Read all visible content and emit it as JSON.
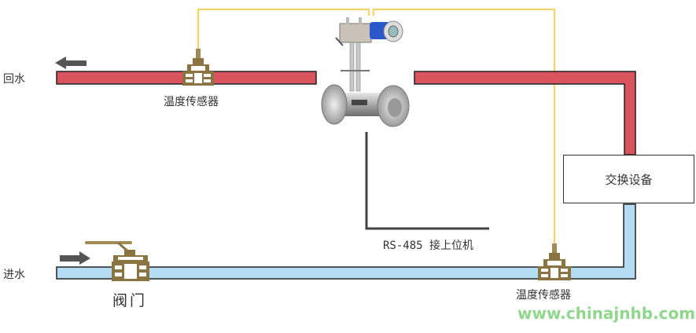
{
  "labels": {
    "return_water": "回水",
    "inlet_water": "进水",
    "temp_sensor_top": "温度传感器",
    "temp_sensor_bottom": "温度传感器",
    "valve": "阀门",
    "rs485": "RS-485 接上位机",
    "exchange_equipment": "交换设备",
    "watermark": "www.chinajnhb.com"
  },
  "colors": {
    "hot_pipe": "#d9545c",
    "cold_pipe": "#b4dcf2",
    "pipe_outline": "#222222",
    "signal_wire": "#f2d46a",
    "fitting_brass": "#8a7442",
    "arrow": "#555555",
    "rs485_cable": "#444444"
  },
  "components": {
    "flow_meter": "vortex-flowmeter-with-transmitter",
    "flow_direction_return": "left",
    "flow_direction_inlet": "right"
  }
}
